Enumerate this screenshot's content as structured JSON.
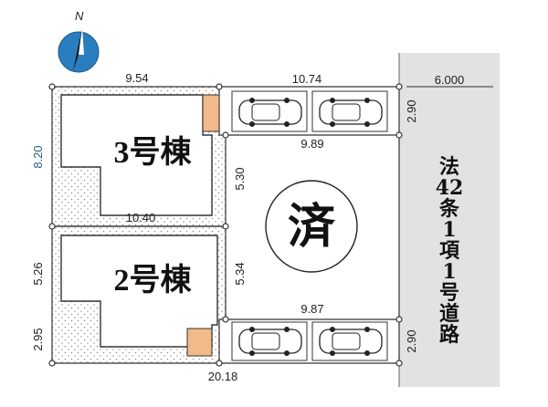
{
  "compass": {
    "north_label": "N"
  },
  "buildings": {
    "building3": "3号棟",
    "building2": "2号棟"
  },
  "sold_mark": "済",
  "road_label": [
    "法",
    "42",
    "条",
    "1",
    "項",
    "1",
    "号",
    "道",
    "路"
  ],
  "dimensions": {
    "top_left_width": "9.54",
    "top_right_width": "10.74",
    "road_width": "6.000",
    "parking_top_depth": "2.90",
    "lot3_right_width": "9.89",
    "lot3_left_height": "8.20",
    "lot3_driveway": "5.30",
    "lot3_bottom_width": "10.40",
    "lot2_left_height": "5.26",
    "lot2_driveway": "5.34",
    "lot2_right_width": "9.87",
    "lot2_left_bottom": "2.95",
    "parking_bottom_depth": "2.90",
    "bottom_total_width": "20.18"
  },
  "colors": {
    "line": "#333333",
    "dots": "#9a9a9a",
    "meter": "#f2b98a",
    "road": "#e0e0e0",
    "compass": "#2a7dbf",
    "dim_blue": "#2f5d80"
  }
}
